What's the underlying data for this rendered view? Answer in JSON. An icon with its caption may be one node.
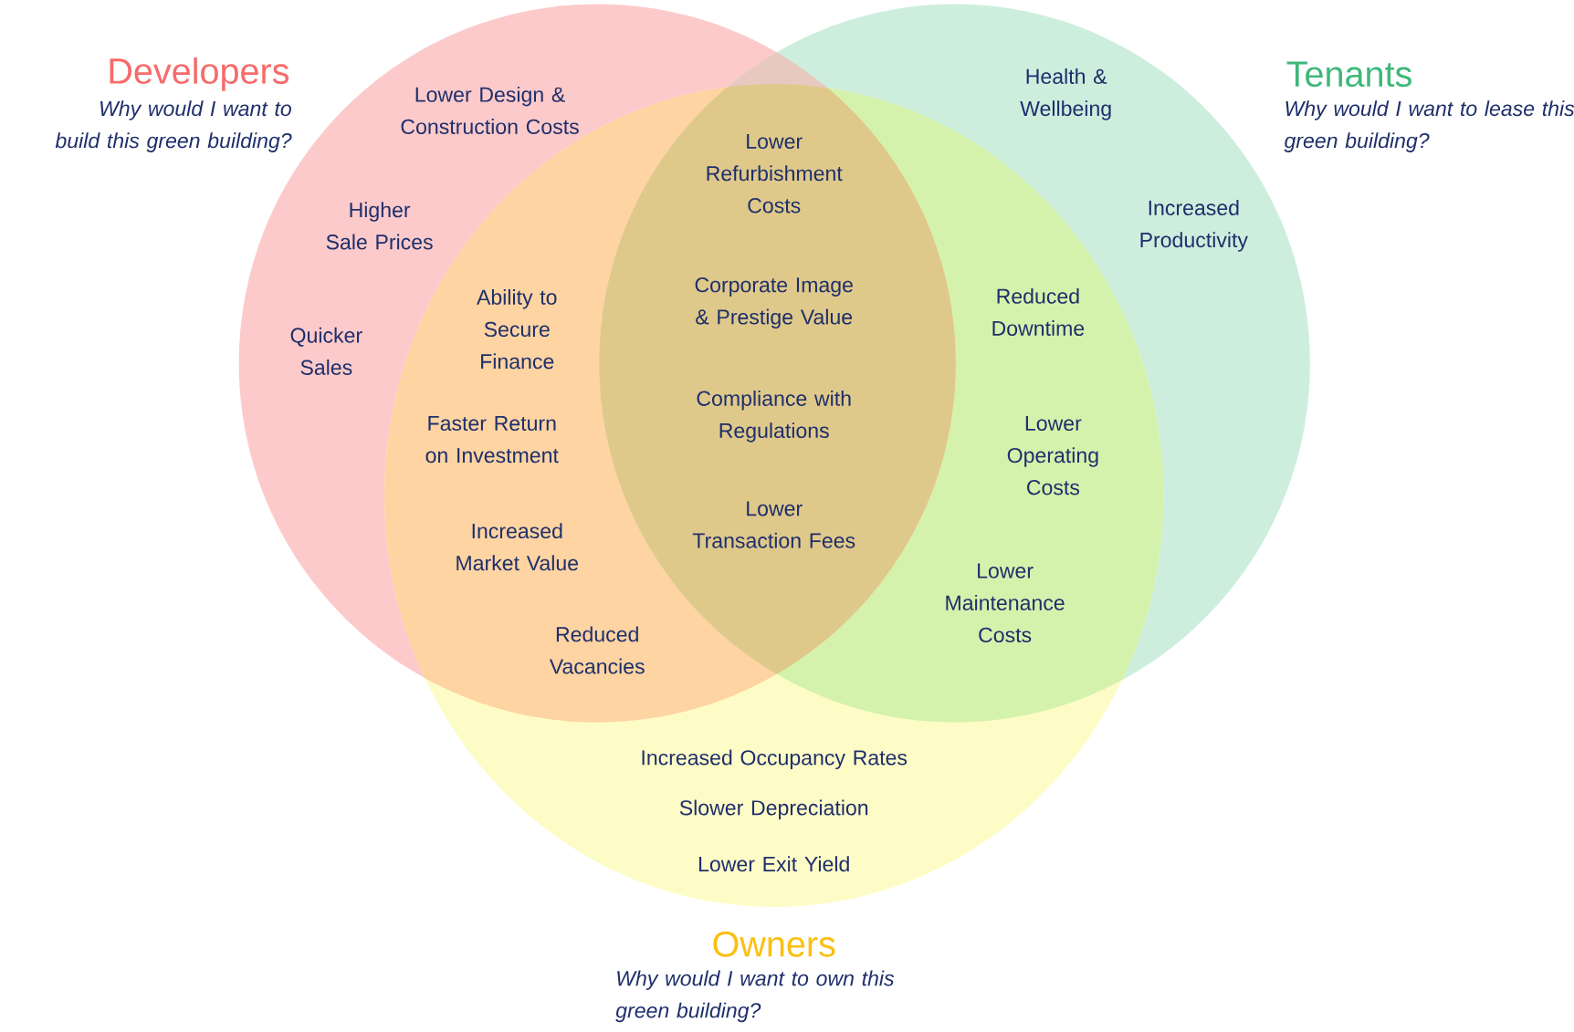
{
  "diagram": {
    "nodes": [
      {
        "text": [
          "Developers",
          "Why would I want to build this green building?"
        ]
      },
      {
        "text": [
          "Tenants",
          "Why would I want to lease this green building?"
        ]
      },
      {
        "text": [
          "Owners",
          "Why would I want to own this green building?"
        ]
      }
    ],
    "labels": [
      "Lower Design & Construction Costs",
      "Health & Wellbeing",
      "Lower Refurbishment Costs",
      "Higher Sale Prices",
      "Increased Productivity",
      "Ability to Secure Finance",
      "Corporate Image & Prestige Value",
      "Reduced Downtime",
      "Quicker Sales",
      "Faster Return on Investment",
      "Compliance with Regulations",
      "Lower Operating Costs",
      "Increased Market Value",
      "Lower Transaction Fees",
      "Lower Maintenance Costs",
      "Reduced Vacancies",
      "Increased Occupancy Rates",
      "Slower Depreciation",
      "Lower Exit Yield"
    ]
  }
}
